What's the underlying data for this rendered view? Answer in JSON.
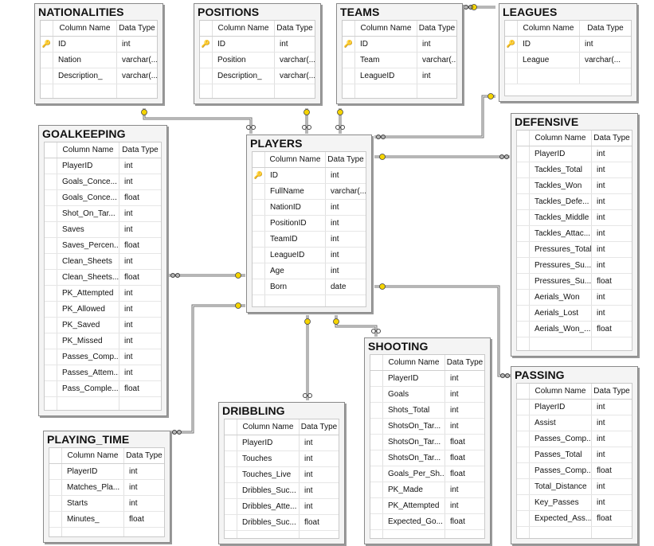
{
  "headers": {
    "name": "Column Name",
    "type": "Data Type"
  },
  "tables": {
    "nationalities": {
      "title": "NATIONALITIES",
      "rows": [
        {
          "key": true,
          "name": "ID",
          "type": "int"
        },
        {
          "key": false,
          "name": "Nation",
          "type": "varchar(..."
        },
        {
          "key": false,
          "name": "Description_",
          "type": "varchar(..."
        }
      ]
    },
    "positions": {
      "title": "POSITIONS",
      "rows": [
        {
          "key": true,
          "name": "ID",
          "type": "int"
        },
        {
          "key": false,
          "name": "Position",
          "type": "varchar(..."
        },
        {
          "key": false,
          "name": "Description_",
          "type": "varchar(..."
        }
      ]
    },
    "teams": {
      "title": "TEAMS",
      "rows": [
        {
          "key": true,
          "name": "ID",
          "type": "int"
        },
        {
          "key": false,
          "name": "Team",
          "type": "varchar(..."
        },
        {
          "key": false,
          "name": "LeagueID",
          "type": "int"
        }
      ]
    },
    "leagues": {
      "title": "LEAGUES",
      "rows": [
        {
          "key": true,
          "name": "ID",
          "type": "int"
        },
        {
          "key": false,
          "name": "League",
          "type": "varchar(..."
        }
      ]
    },
    "players": {
      "title": "PLAYERS",
      "rows": [
        {
          "key": true,
          "name": "ID",
          "type": "int"
        },
        {
          "key": false,
          "name": "FullName",
          "type": "varchar(..."
        },
        {
          "key": false,
          "name": "NationID",
          "type": "int"
        },
        {
          "key": false,
          "name": "PositionID",
          "type": "int"
        },
        {
          "key": false,
          "name": "TeamID",
          "type": "int"
        },
        {
          "key": false,
          "name": "LeagueID",
          "type": "int"
        },
        {
          "key": false,
          "name": "Age",
          "type": "int"
        },
        {
          "key": false,
          "name": "Born",
          "type": "date"
        }
      ]
    },
    "goalkeeping": {
      "title": "GOALKEEPING",
      "rows": [
        {
          "key": false,
          "name": "PlayerID",
          "type": "int"
        },
        {
          "key": false,
          "name": "Goals_Conce...",
          "type": "int"
        },
        {
          "key": false,
          "name": "Goals_Conce...",
          "type": "float"
        },
        {
          "key": false,
          "name": "Shot_On_Tar...",
          "type": "int"
        },
        {
          "key": false,
          "name": "Saves",
          "type": "int"
        },
        {
          "key": false,
          "name": "Saves_Percen...",
          "type": "float"
        },
        {
          "key": false,
          "name": "Clean_Sheets",
          "type": "int"
        },
        {
          "key": false,
          "name": "Clean_Sheets...",
          "type": "float"
        },
        {
          "key": false,
          "name": "PK_Attempted",
          "type": "int"
        },
        {
          "key": false,
          "name": "PK_Allowed",
          "type": "int"
        },
        {
          "key": false,
          "name": "PK_Saved",
          "type": "int"
        },
        {
          "key": false,
          "name": "PK_Missed",
          "type": "int"
        },
        {
          "key": false,
          "name": "Passes_Comp...",
          "type": "int"
        },
        {
          "key": false,
          "name": "Passes_Attem...",
          "type": "int"
        },
        {
          "key": false,
          "name": "Pass_Comple...",
          "type": "float"
        }
      ]
    },
    "defensive": {
      "title": "DEFENSIVE",
      "rows": [
        {
          "key": false,
          "name": "PlayerID",
          "type": "int"
        },
        {
          "key": false,
          "name": "Tackles_Total",
          "type": "int"
        },
        {
          "key": false,
          "name": "Tackles_Won",
          "type": "int"
        },
        {
          "key": false,
          "name": "Tackles_Defe...",
          "type": "int"
        },
        {
          "key": false,
          "name": "Tackles_Middle",
          "type": "int"
        },
        {
          "key": false,
          "name": "Tackles_Attac...",
          "type": "int"
        },
        {
          "key": false,
          "name": "Pressures_Total",
          "type": "int"
        },
        {
          "key": false,
          "name": "Pressures_Su...",
          "type": "int"
        },
        {
          "key": false,
          "name": "Pressures_Su...",
          "type": "float"
        },
        {
          "key": false,
          "name": "Aerials_Won",
          "type": "int"
        },
        {
          "key": false,
          "name": "Aerials_Lost",
          "type": "int"
        },
        {
          "key": false,
          "name": "Aerials_Won_...",
          "type": "float"
        }
      ]
    },
    "shooting": {
      "title": "SHOOTING",
      "rows": [
        {
          "key": false,
          "name": "PlayerID",
          "type": "int"
        },
        {
          "key": false,
          "name": "Goals",
          "type": "int"
        },
        {
          "key": false,
          "name": "Shots_Total",
          "type": "int"
        },
        {
          "key": false,
          "name": "ShotsOn_Tar...",
          "type": "int"
        },
        {
          "key": false,
          "name": "ShotsOn_Tar...",
          "type": "float"
        },
        {
          "key": false,
          "name": "ShotsOn_Tar...",
          "type": "float"
        },
        {
          "key": false,
          "name": "Goals_Per_Sh...",
          "type": "float"
        },
        {
          "key": false,
          "name": "PK_Made",
          "type": "int"
        },
        {
          "key": false,
          "name": "PK_Attempted",
          "type": "int"
        },
        {
          "key": false,
          "name": "Expected_Go...",
          "type": "float"
        }
      ]
    },
    "passing": {
      "title": "PASSING",
      "rows": [
        {
          "key": false,
          "name": "PlayerID",
          "type": "int"
        },
        {
          "key": false,
          "name": "Assist",
          "type": "int"
        },
        {
          "key": false,
          "name": "Passes_Comp...",
          "type": "int"
        },
        {
          "key": false,
          "name": "Passes_Total",
          "type": "int"
        },
        {
          "key": false,
          "name": "Passes_Comp...",
          "type": "float"
        },
        {
          "key": false,
          "name": "Total_Distance",
          "type": "int"
        },
        {
          "key": false,
          "name": "Key_Passes",
          "type": "int"
        },
        {
          "key": false,
          "name": "Expected_Ass...",
          "type": "float"
        }
      ]
    },
    "dribbling": {
      "title": "DRIBBLING",
      "rows": [
        {
          "key": false,
          "name": "PlayerID",
          "type": "int"
        },
        {
          "key": false,
          "name": "Touches",
          "type": "int"
        },
        {
          "key": false,
          "name": "Touches_Live",
          "type": "int"
        },
        {
          "key": false,
          "name": "Dribbles_Suc...",
          "type": "int"
        },
        {
          "key": false,
          "name": "Dribbles_Atte...",
          "type": "int"
        },
        {
          "key": false,
          "name": "Dribbles_Suc...",
          "type": "float"
        }
      ]
    },
    "playing_time": {
      "title": "PLAYING_TIME",
      "rows": [
        {
          "key": false,
          "name": "PlayerID",
          "type": "int"
        },
        {
          "key": false,
          "name": "Matches_Pla...",
          "type": "int"
        },
        {
          "key": false,
          "name": "Starts",
          "type": "int"
        },
        {
          "key": false,
          "name": "Minutes_",
          "type": "float"
        }
      ]
    }
  }
}
